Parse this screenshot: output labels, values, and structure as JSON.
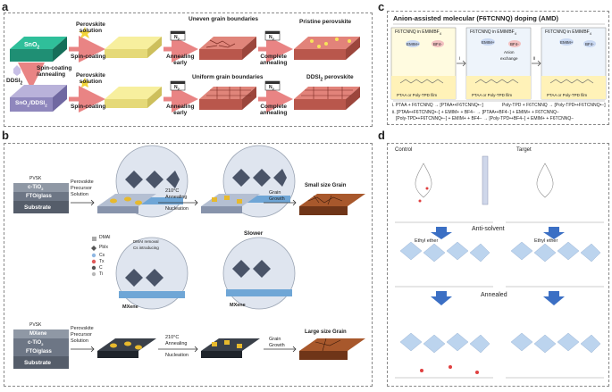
{
  "panel_labels": {
    "a": "a",
    "b": "b",
    "c": "c",
    "d": "d"
  },
  "panel_a": {
    "sno2": "SnO",
    "sno2_sub": "2",
    "ddsi": "DDSI",
    "ddsi_sub": "2",
    "sno2_ddsi": "SnO",
    "sno2_ddsi_rest": "/DDSI",
    "perovskite_solution": "Perovskite\nsolution",
    "spin_coating": "Spin-coating",
    "annealing_early": "Annealing\nearly",
    "uneven": "Uneven grain boundaries",
    "uniform": "Uniform grain boundaries",
    "complete_annealing": "Complete\nannealing",
    "pristine": "Pristine perovskite",
    "ddsi_perovskite": "DDSI",
    "ddsi_perovskite_rest": " perovskite",
    "spin_coating_annealing": "Spin-coating\n/annealing",
    "n2": "N",
    "n2_sub": "2"
  },
  "panel_b": {
    "pvsk": "PVSK",
    "ctio2": "c-TiO",
    "ftoglass": "FTO/glass",
    "substrate": "Substrate",
    "mxene": "MXene",
    "precursor": "Perovskite\nPrecursor\nSolution",
    "annealing_temp": "210°C\nAnnealing",
    "nucleation": "Nucleation",
    "grain_growth": "Grain\nGrowth",
    "small_grain": "Small size Grain",
    "large_grain": "Large size Grain",
    "slower": "Slower",
    "dmai_removal": "DMAI removal\nCs introducing",
    "legend": [
      "DMAI",
      "PbIx",
      "Cs",
      "Tx",
      "C",
      "Ti"
    ]
  },
  "panel_c": {
    "title": "Anion-assisted molecular (F6TCNNQ) doping (AMD)",
    "box1_title": "F6TCNNQ in EMIMBF",
    "box1_sub": "4",
    "box2_title": "F6TCNNQ in EMIMBF",
    "box3_title": "F6TCNNQ in EMIMBF",
    "emim": "EMIM+",
    "bf4": "BF4-",
    "exchange": "Anion\nexchange",
    "film_label": "PTAA or Poly-TPD film",
    "step1": "i",
    "step2": "ii",
    "eq1a": "i. PTAA + F6TCNNQ → [PTAA•+F6TCNNQ•−]",
    "eq1b": "Poly-TPD + F6TCNNQ → [Poly-TPD•+F6TCNNQ•−]",
    "eq2a": "ii. [PTAA•+F6TCNNQ•−] + EMIM+ + BF4− → [PTAA•+BF4−] + EMIM+ + F6TCNNQ−",
    "eq2b": "[Poly-TPD•+F6TCNNQ•−] + EMIM+ + BF4− → [Poly-TPD•+BF4−] + EMIM+ + F6TCNNQ−"
  },
  "panel_d": {
    "control": "Control",
    "target": "Target",
    "anti_solvent": "Anti-solvent",
    "ethyl_ether": "Ethyl ether",
    "annealed": "Annealed"
  },
  "colors": {
    "teal": "#1fa58c",
    "pink": "#e98484",
    "yellow": "#f4ea9a",
    "brown": "#b84a2b",
    "blue_arrow": "#3b6fc4"
  }
}
